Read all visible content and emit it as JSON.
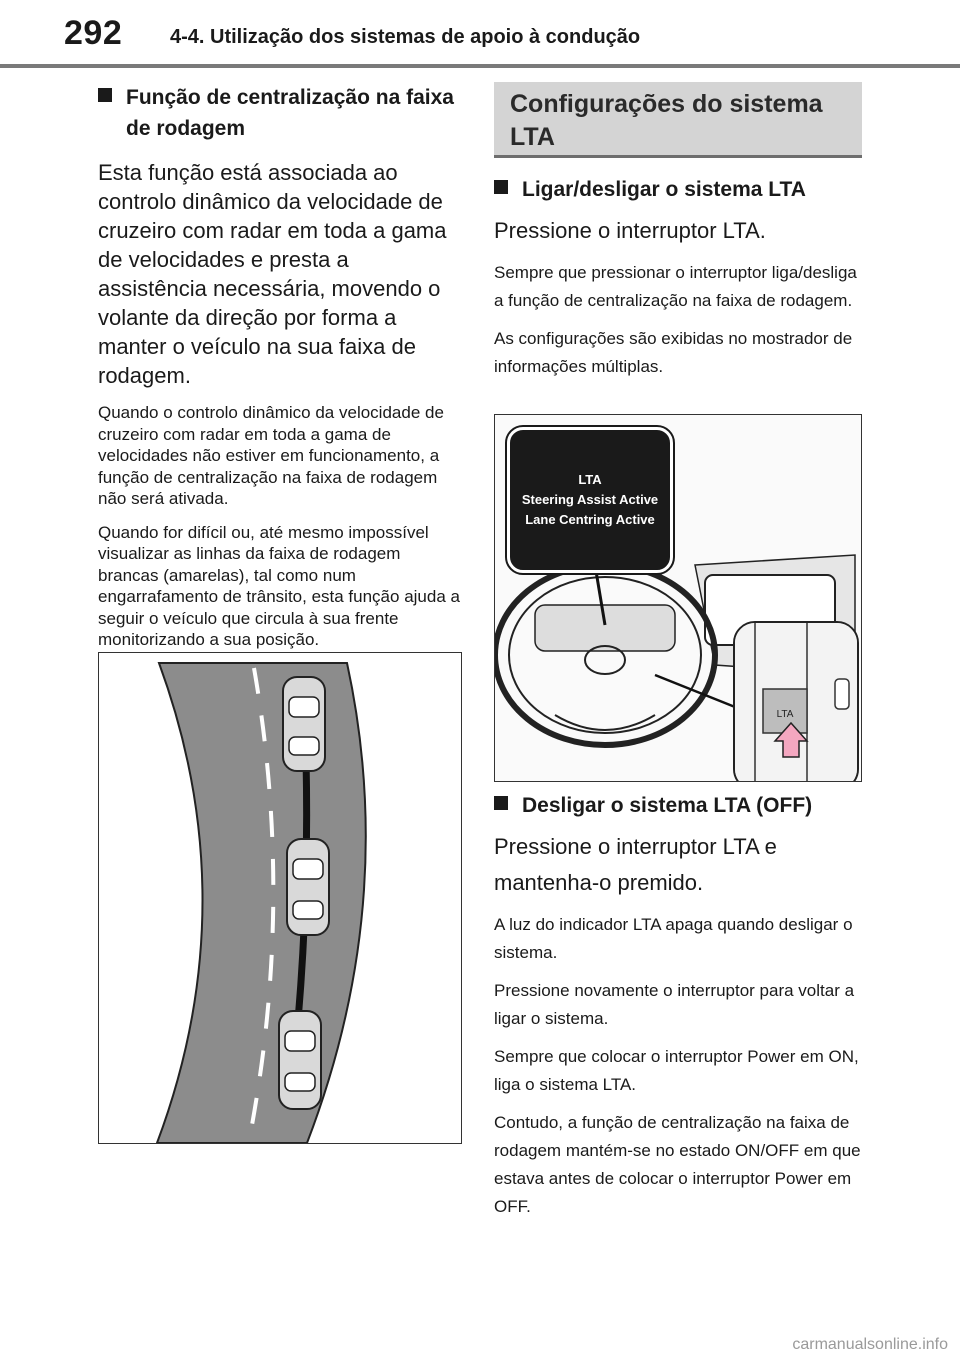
{
  "header": {
    "page_number": "292",
    "section_title": "4-4. Utilização dos sistemas de apoio à condução"
  },
  "left": {
    "heading": "Função de centralização na faixa de rodagem",
    "lead": "Esta função está associada ao controlo dinâmico da velocidade de cruzeiro com radar em toda a gama de velocidades e presta a assistência necessária, movendo o volante da direção por forma a manter o veículo na sua faixa de rodagem.",
    "note1": "Quando o controlo dinâmico da velocidade de cruzeiro com radar em toda a gama de velocidades não estiver em funcionamento, a função de centralização na faixa de rodagem não será ativada.",
    "note2": "Quando for difícil ou, até mesmo impossível visualizar as linhas da faixa de rodagem brancas (amarelas), tal como num engarrafamento de trânsito, esta função ajuda a seguir o veículo que circula à sua frente monitorizando a sua posição."
  },
  "right": {
    "config_title": "Configurações do sistema LTA",
    "h1": "Ligar/desligar o sistema LTA",
    "p1": "Pressione o interruptor LTA.",
    "p1a": "Sempre que pressionar o interruptor liga/desliga a função de centralização na faixa de rodagem.",
    "p1b": "As configurações são exibidas no mostrador de informações múltiplas.",
    "display_lines": [
      "LTA",
      "Steering Assist Active",
      "Lane Centring Active"
    ],
    "h2": "Desligar o sistema LTA (OFF)",
    "p2": "Pressione o interruptor LTA e mantenha-o premido.",
    "p2a": "A luz do indicador LTA apaga quando desligar o sistema.",
    "p2b": "Pressione novamente o interruptor para voltar a ligar o sistema.",
    "p2c": "Sempre que colocar o interruptor Power em ON, liga o sistema LTA.",
    "p2d": "Contudo, a função de centralização na faixa de rodagem mantém-se no estado ON/OFF em que estava antes de colocar o interruptor Power em OFF."
  },
  "watermark": "carmanualsonline.info"
}
